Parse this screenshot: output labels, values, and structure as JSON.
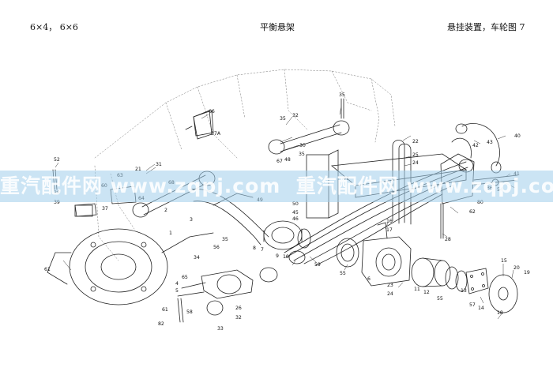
{
  "header": {
    "left": "6×4， 6×6",
    "center": "平衡悬架",
    "right": "悬挂装置，车轮图 7"
  },
  "watermark": {
    "text": "重汽配件网 www.zqpj.com  重汽配件网 www.zqpj.com",
    "color": "#a0cdeb"
  },
  "labels": [
    {
      "id": "l66",
      "text": "66"
    },
    {
      "id": "l37a",
      "text": "37A"
    },
    {
      "id": "l35a",
      "text": "35"
    },
    {
      "id": "l32a",
      "text": "32"
    },
    {
      "id": "l35b",
      "text": "35"
    },
    {
      "id": "l30",
      "text": "30"
    },
    {
      "id": "l67",
      "text": "67"
    },
    {
      "id": "l48",
      "text": "48"
    },
    {
      "id": "l35c",
      "text": "35"
    },
    {
      "id": "l22",
      "text": "22"
    },
    {
      "id": "l25",
      "text": "25"
    },
    {
      "id": "l24",
      "text": "24"
    },
    {
      "id": "l40",
      "text": "40"
    },
    {
      "id": "l42",
      "text": "42"
    },
    {
      "id": "l43",
      "text": "43"
    },
    {
      "id": "l52",
      "text": "52"
    },
    {
      "id": "l38",
      "text": "38"
    },
    {
      "id": "l39",
      "text": "39"
    },
    {
      "id": "l60",
      "text": "60"
    },
    {
      "id": "l37",
      "text": "37"
    },
    {
      "id": "l63",
      "text": "63"
    },
    {
      "id": "l21",
      "text": "21"
    },
    {
      "id": "l31",
      "text": "31"
    },
    {
      "id": "l64",
      "text": "64"
    },
    {
      "id": "l68",
      "text": "68"
    },
    {
      "id": "l49",
      "text": "49"
    },
    {
      "id": "l50",
      "text": "50"
    },
    {
      "id": "l45",
      "text": "45"
    },
    {
      "id": "l46",
      "text": "46"
    },
    {
      "id": "l47",
      "text": "47"
    },
    {
      "id": "l41",
      "text": "41"
    },
    {
      "id": "l36",
      "text": "36"
    },
    {
      "id": "l54",
      "text": "54"
    },
    {
      "id": "l80",
      "text": "80"
    },
    {
      "id": "l62",
      "text": "62"
    },
    {
      "id": "l28",
      "text": "28"
    },
    {
      "id": "l2",
      "text": "2"
    },
    {
      "id": "l3",
      "text": "3"
    },
    {
      "id": "l1",
      "text": "1"
    },
    {
      "id": "l56",
      "text": "56"
    },
    {
      "id": "l35d",
      "text": "35"
    },
    {
      "id": "l34",
      "text": "34"
    },
    {
      "id": "l8",
      "text": "8"
    },
    {
      "id": "l7",
      "text": "7"
    },
    {
      "id": "l9",
      "text": "9"
    },
    {
      "id": "l10",
      "text": "10"
    },
    {
      "id": "l59",
      "text": "59"
    },
    {
      "id": "l16",
      "text": "16"
    },
    {
      "id": "l17",
      "text": "17"
    },
    {
      "id": "l55a",
      "text": "55"
    },
    {
      "id": "l6",
      "text": "6"
    },
    {
      "id": "l23",
      "text": "23"
    },
    {
      "id": "l24b",
      "text": "24"
    },
    {
      "id": "l11",
      "text": "11"
    },
    {
      "id": "l12",
      "text": "12"
    },
    {
      "id": "l55b",
      "text": "55"
    },
    {
      "id": "l13",
      "text": "13"
    },
    {
      "id": "l57",
      "text": "57"
    },
    {
      "id": "l14",
      "text": "14"
    },
    {
      "id": "l15",
      "text": "15"
    },
    {
      "id": "l20",
      "text": "20"
    },
    {
      "id": "l19",
      "text": "19"
    },
    {
      "id": "l18",
      "text": "18"
    },
    {
      "id": "l61",
      "text": "61"
    },
    {
      "id": "l65",
      "text": "65"
    },
    {
      "id": "l4",
      "text": "4"
    },
    {
      "id": "l5",
      "text": "5"
    },
    {
      "id": "l61b",
      "text": "61"
    },
    {
      "id": "l82",
      "text": "82"
    },
    {
      "id": "l58",
      "text": "58"
    },
    {
      "id": "l33",
      "text": "33"
    },
    {
      "id": "l32b",
      "text": "32"
    },
    {
      "id": "l26",
      "text": "26"
    }
  ]
}
